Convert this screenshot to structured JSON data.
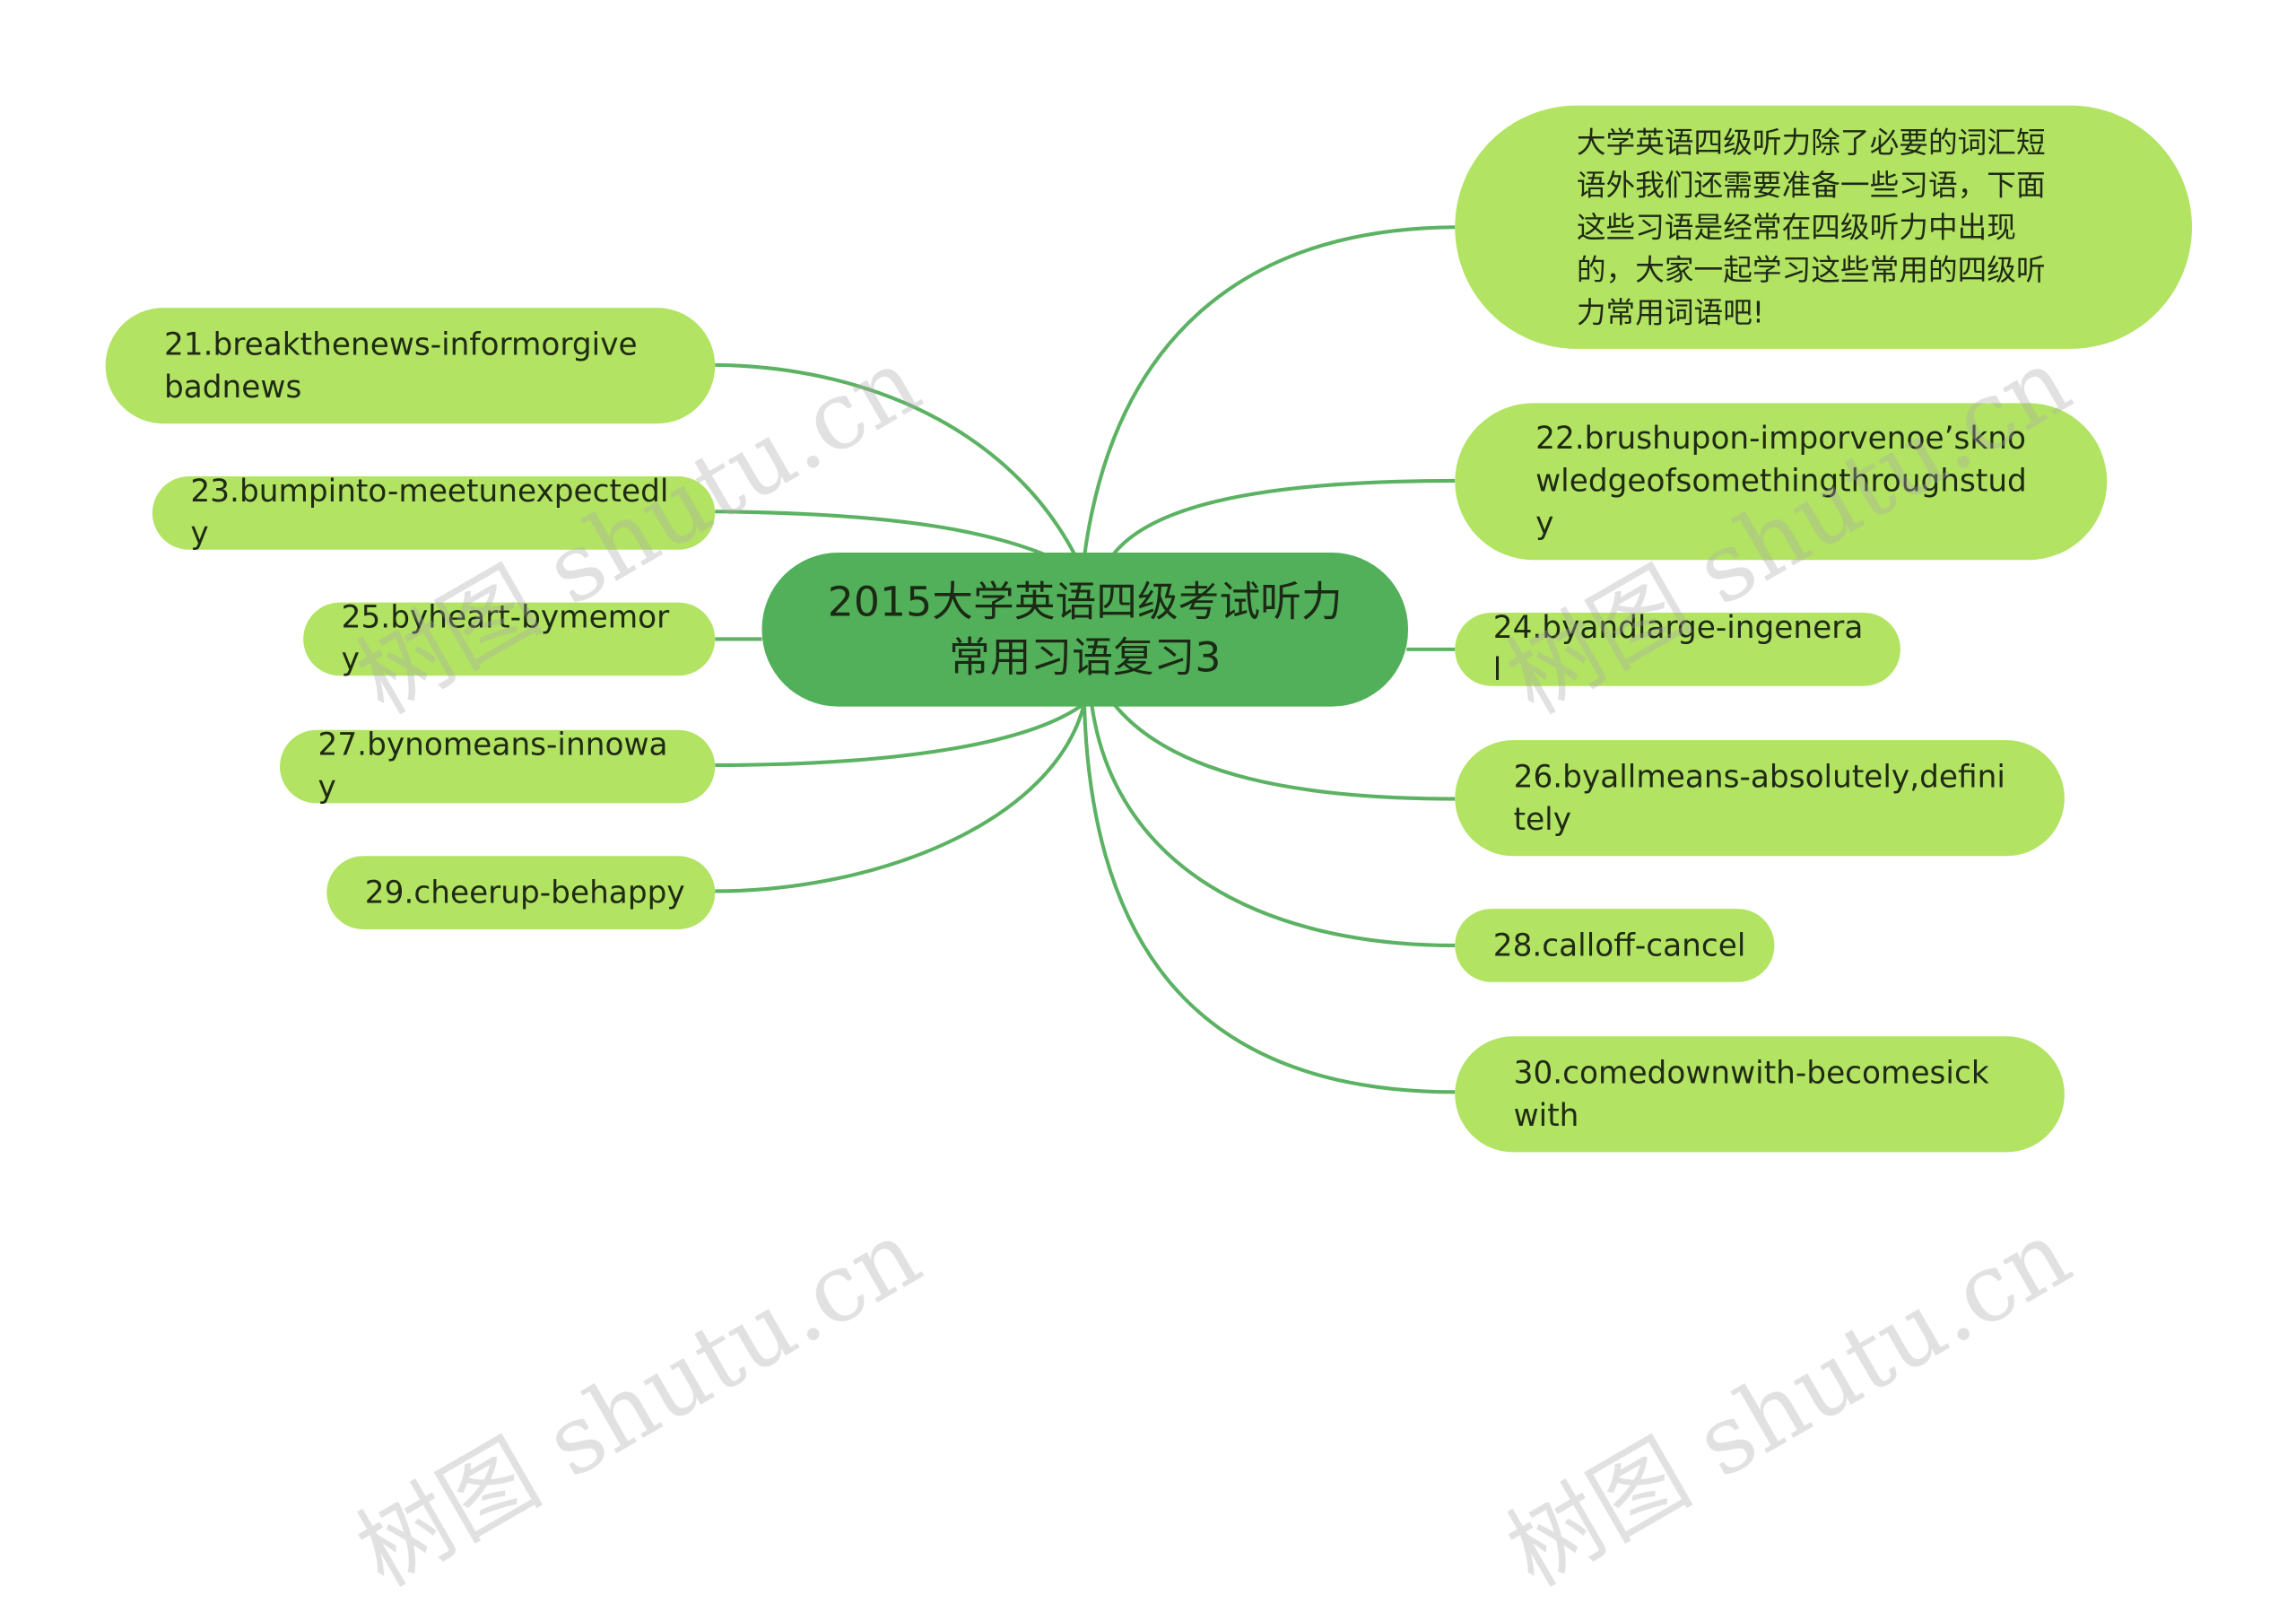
{
  "colors": {
    "root_fill": "#52b05a",
    "leaf_fill": "#b2e363",
    "edge": "#5cb263",
    "text": "#1f2a14"
  },
  "root": {
    "text": "2015大学英语四级考试听力常用习语复习3"
  },
  "intro": {
    "text": "大学英语四级听力除了必要的词汇短语外我们还需要准备一些习语，下面这些习语是经常在四级听力中出现的，大家一起学习这些常用的四级听力常用词语吧!"
  },
  "left_items": [
    {
      "text": "21.breakthenews-informorgivebadnews"
    },
    {
      "text": "23.bumpinto-meetunexpectedly"
    },
    {
      "text": "25.byheart-bymemory"
    },
    {
      "text": "27.bynomeans-innoway"
    },
    {
      "text": "29.cheerup-behappy"
    }
  ],
  "right_items": [
    {
      "text": "22.brushupon-imporvenoe’sknowledgeofsomethingthroughstudy"
    },
    {
      "text": "24.byandlarge-ingeneral"
    },
    {
      "text": "26.byallmeans-absolutely,definitely"
    },
    {
      "text": "28.calloff-cancel"
    },
    {
      "text": "30.comedownwith-becomesickwith"
    }
  ],
  "watermark": {
    "text": "树图 shutu.cn"
  }
}
